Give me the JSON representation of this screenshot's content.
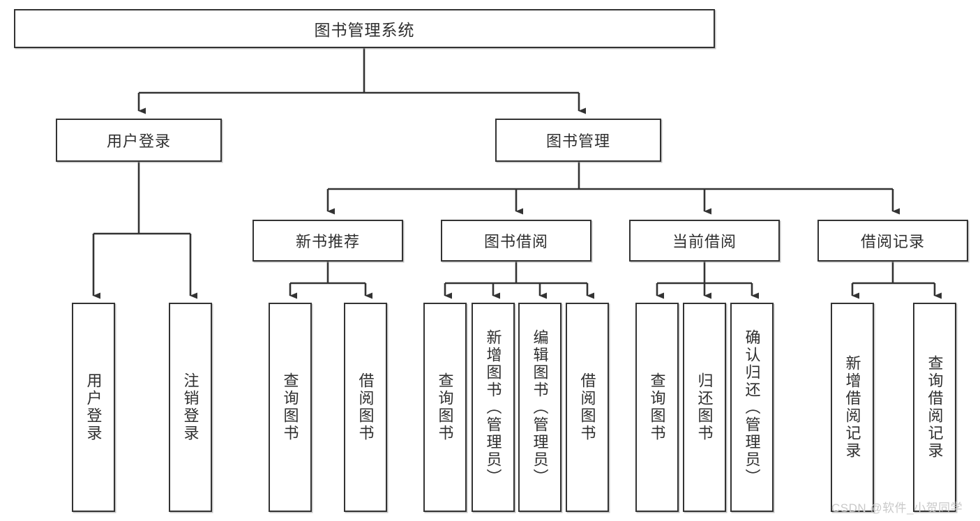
{
  "diagram": {
    "title": "图书管理系统",
    "type": "hierarchy-tree",
    "watermark": "CSDN @软件_小贺同学",
    "colors": {
      "box_border": "#333333",
      "box_fill": "#ffffff",
      "connector": "#333333",
      "text": "#2f2f2f",
      "watermark": "#c9c9c9"
    },
    "root": {
      "id": "root",
      "label": "图书管理系统"
    },
    "level2": [
      {
        "id": "user-login",
        "label": "用户登录"
      },
      {
        "id": "book-manage",
        "label": "图书管理"
      }
    ],
    "level3": [
      {
        "id": "new-book-recommend",
        "label": "新书推荐",
        "parent": "book-manage"
      },
      {
        "id": "book-borrow",
        "label": "图书借阅",
        "parent": "book-manage"
      },
      {
        "id": "current-borrow",
        "label": "当前借阅",
        "parent": "book-manage"
      },
      {
        "id": "borrow-record",
        "label": "借阅记录",
        "parent": "book-manage"
      }
    ],
    "leaves": {
      "user-login": [
        {
          "id": "leaf-user-login",
          "label": "用户登录"
        },
        {
          "id": "leaf-user-logout",
          "label": "注销登录"
        }
      ],
      "new-book-recommend": [
        {
          "id": "leaf-query-book-1",
          "label": "查询图书"
        },
        {
          "id": "leaf-borrow-book-1",
          "label": "借阅图书"
        }
      ],
      "book-borrow": [
        {
          "id": "leaf-query-book-2",
          "label": "查询图书"
        },
        {
          "id": "leaf-add-book",
          "label": "新增图书（管理员）"
        },
        {
          "id": "leaf-edit-book",
          "label": "编辑图书（管理员）"
        },
        {
          "id": "leaf-borrow-book-2",
          "label": "借阅图书"
        }
      ],
      "current-borrow": [
        {
          "id": "leaf-query-book-3",
          "label": "查询图书"
        },
        {
          "id": "leaf-return-book",
          "label": "归还图书"
        },
        {
          "id": "leaf-confirm-return",
          "label": "确认归还（管理员）"
        }
      ],
      "borrow-record": [
        {
          "id": "leaf-add-record",
          "label": "新增借阅记录"
        },
        {
          "id": "leaf-query-record",
          "label": "查询借阅记录"
        }
      ]
    }
  }
}
